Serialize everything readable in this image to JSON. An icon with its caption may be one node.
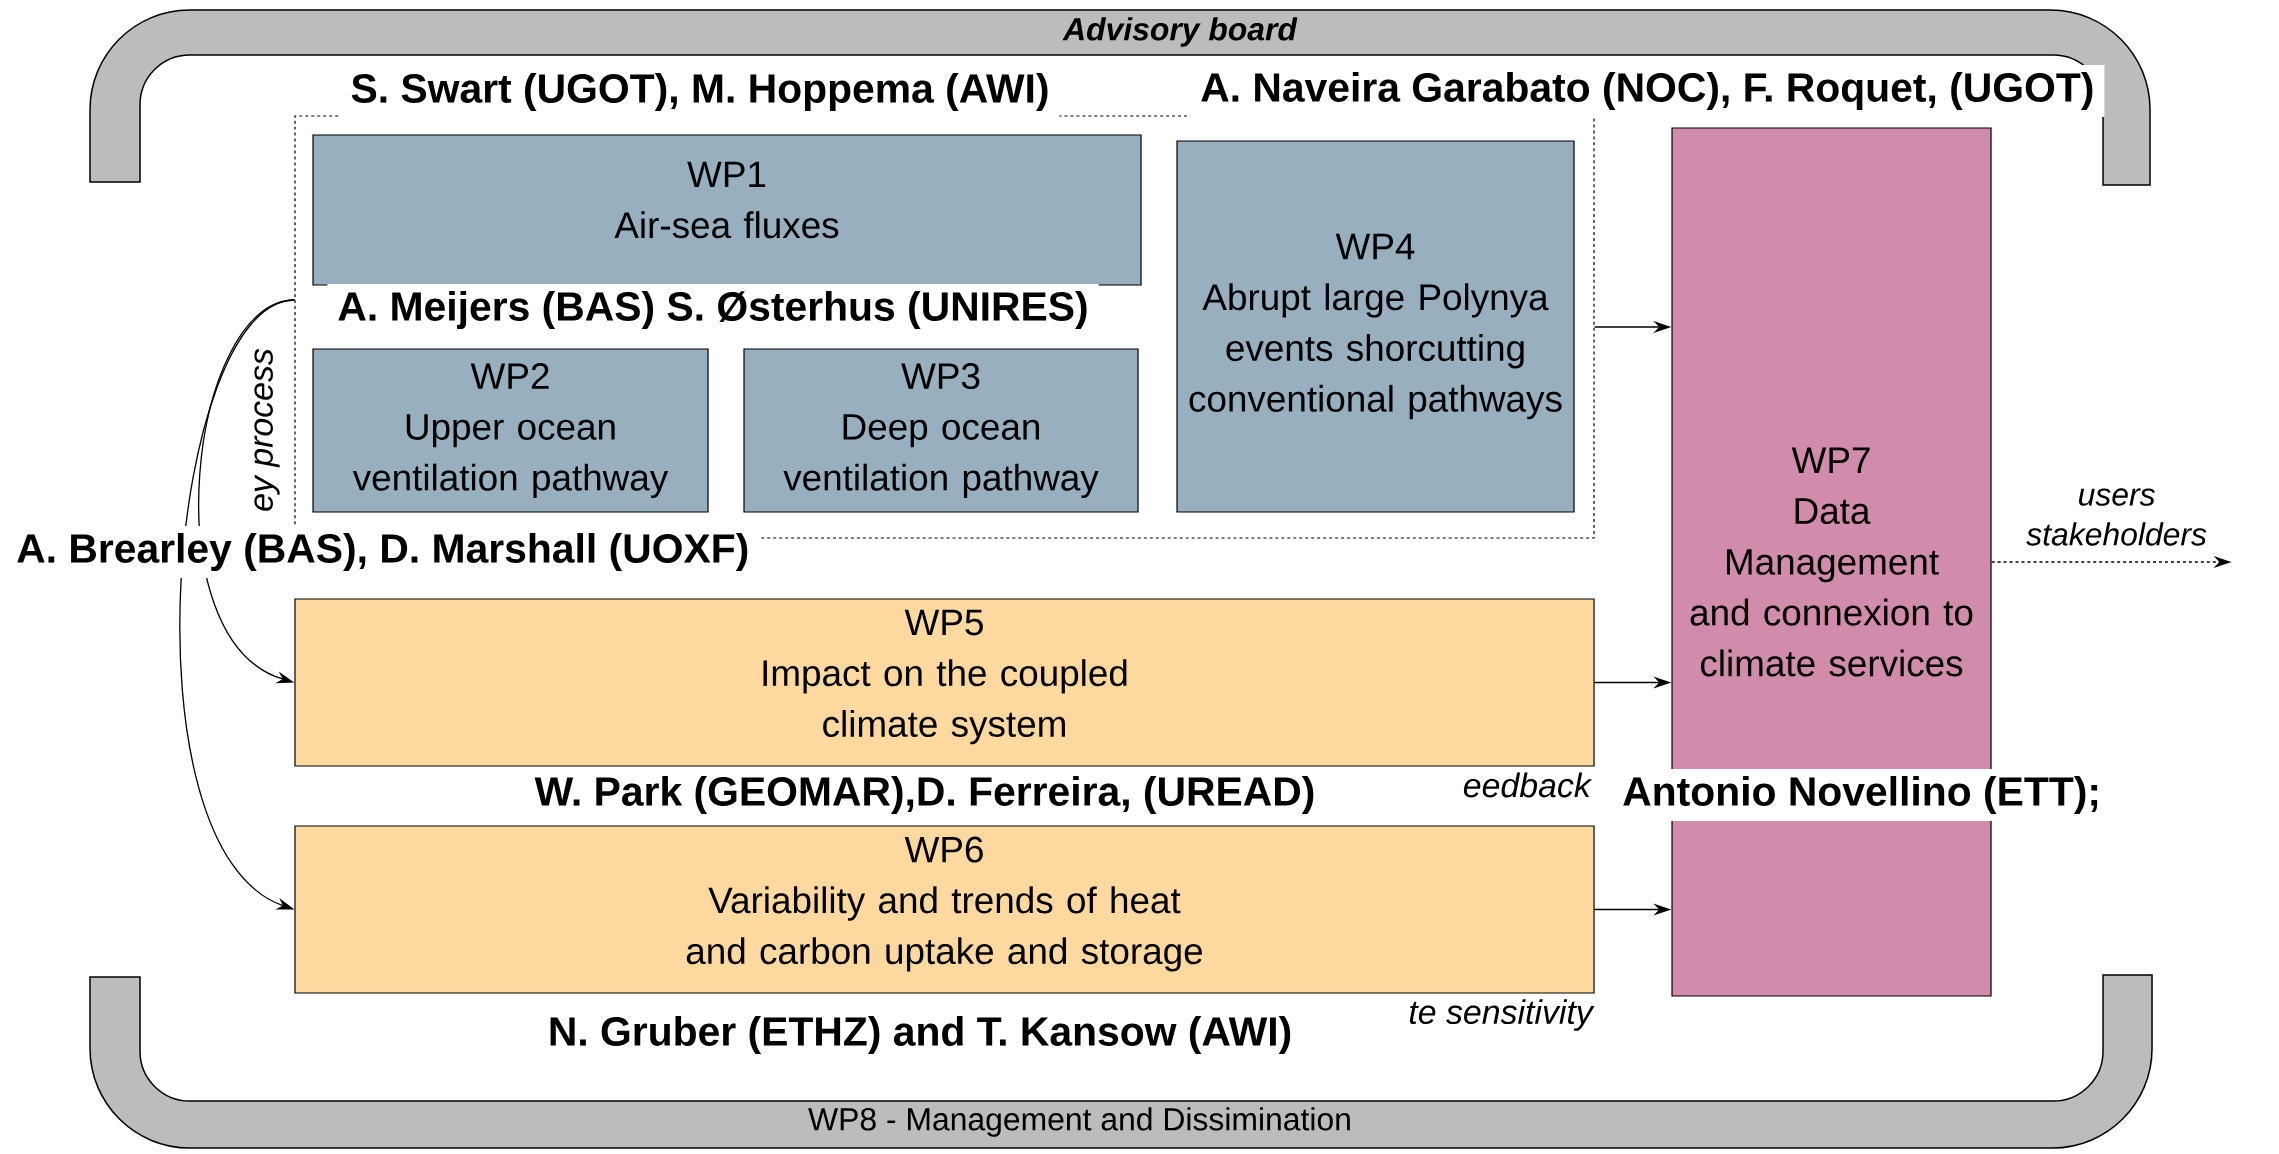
{
  "diagram": {
    "nodes": [
      {
        "text": [
          "ey process"
        ]
      },
      {
        "text": [
          "WP1",
          "Air-sea fluxes"
        ],
        "in": 0
      },
      {
        "text": [
          "WP2",
          "Upper ocean ventilation pathway"
        ],
        "in": 0
      },
      {
        "text": [
          "WP3",
          "Deep ocean ventilation pathway"
        ],
        "in": 0
      },
      {
        "text": [
          "WP4",
          "Abrupt large Polynya events shorcutting conventional pathways"
        ],
        "in": 0
      },
      {
        "text": [
          "WP5",
          "Impact on the coupled climate system"
        ]
      },
      {
        "text": [
          "WP6",
          "Variability and trends of heat and carbon uptake and storage"
        ]
      },
      {
        "text": [
          "WP7",
          "Data Management and connexion to climate services"
        ]
      },
      {
        "text": [
          "Advisory board"
        ]
      },
      {
        "text": [
          "WP8 - Management and Dissimination"
        ]
      }
    ],
    "edges": [
      {
        "from": 0,
        "to": 7,
        "arrow": "to"
      },
      {
        "from": 0,
        "to": 5,
        "arrow": "to"
      },
      {
        "from": 0,
        "to": 6,
        "arrow": "to"
      },
      {
        "from": 5,
        "to": 7,
        "arrow": "to"
      },
      {
        "from": 6,
        "to": 7,
        "arrow": "to"
      },
      {
        "from": 7,
        "to": null,
        "arrow": "to",
        "style": "dashed",
        "label": "users stakeholders"
      }
    ],
    "labels": [
      "S. Swart (UGOT), M. Hoppema (AWI)",
      "A. Naveira Garabato (NOC), F. Roquet, (UGOT)",
      "A. Meijers (BAS) S. Østerhus (UNIRES)",
      "A. Brearley (BAS), D. Marshall (UOXF)",
      "W. Park (GEOMAR),D. Ferreira, (UREAD)",
      "eedback",
      "Antonio Novellino (ETT);",
      "N. Gruber (ETHZ) and T. Kansow (AWI)",
      "te sensitivity"
    ]
  }
}
